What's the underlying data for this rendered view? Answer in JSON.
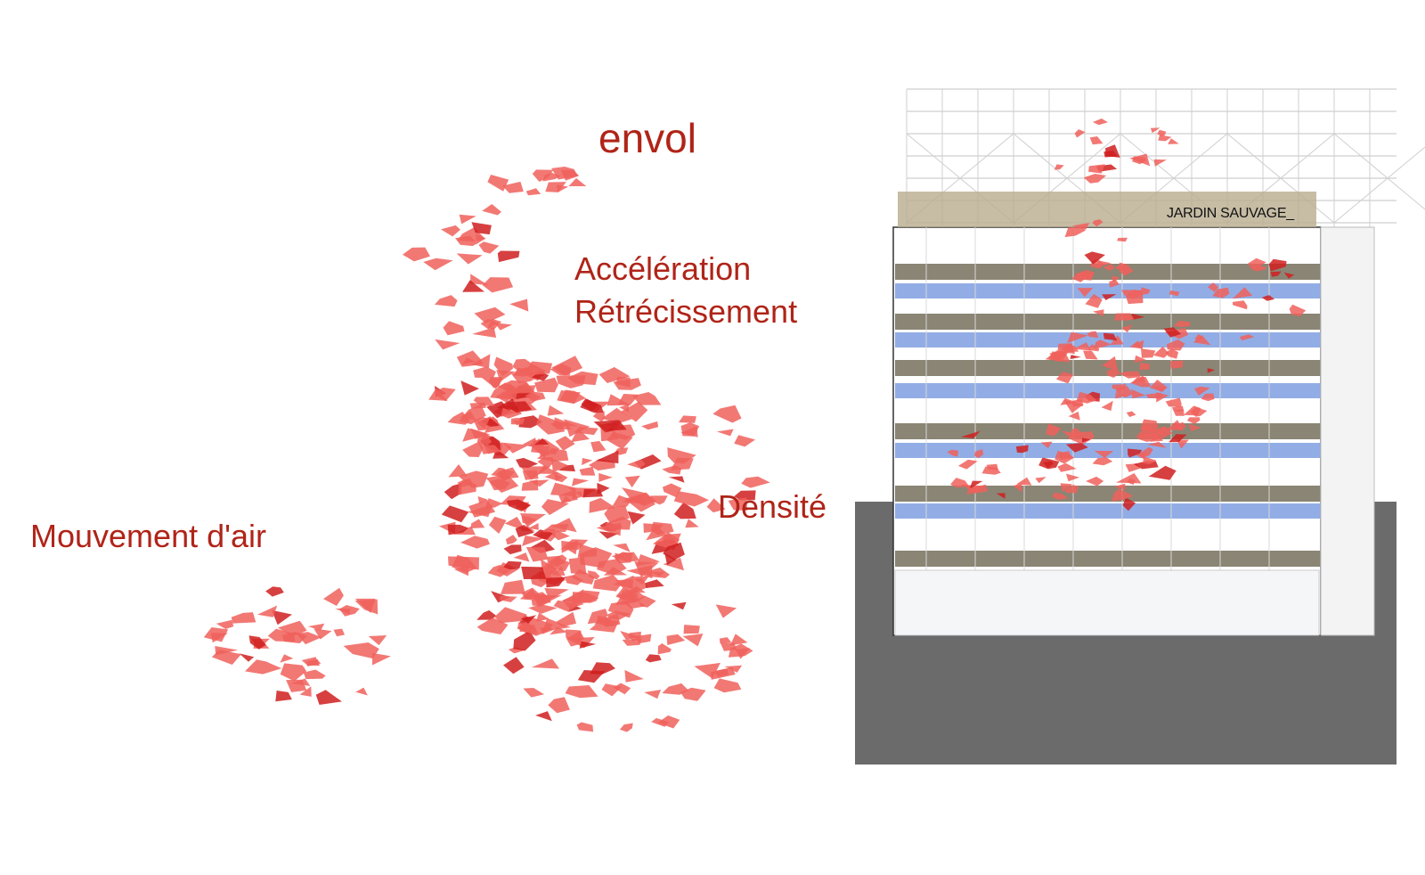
{
  "labels": {
    "envol": "envol",
    "acceleration": "Accélération",
    "retrecissement": "Rétrécissement",
    "densite": "Densité",
    "mouvement": "Mouvement d'air"
  },
  "section": {
    "roof_label": "JARDIN SAUVAGE_"
  },
  "colors": {
    "label": "#b02418",
    "petal_light": "#f0605c",
    "petal_dark": "#d01e1e",
    "ground": "#6b6b6b",
    "glass": "#7f9fe0",
    "planter": "#8a8574",
    "truss": "#cfcfcf"
  }
}
